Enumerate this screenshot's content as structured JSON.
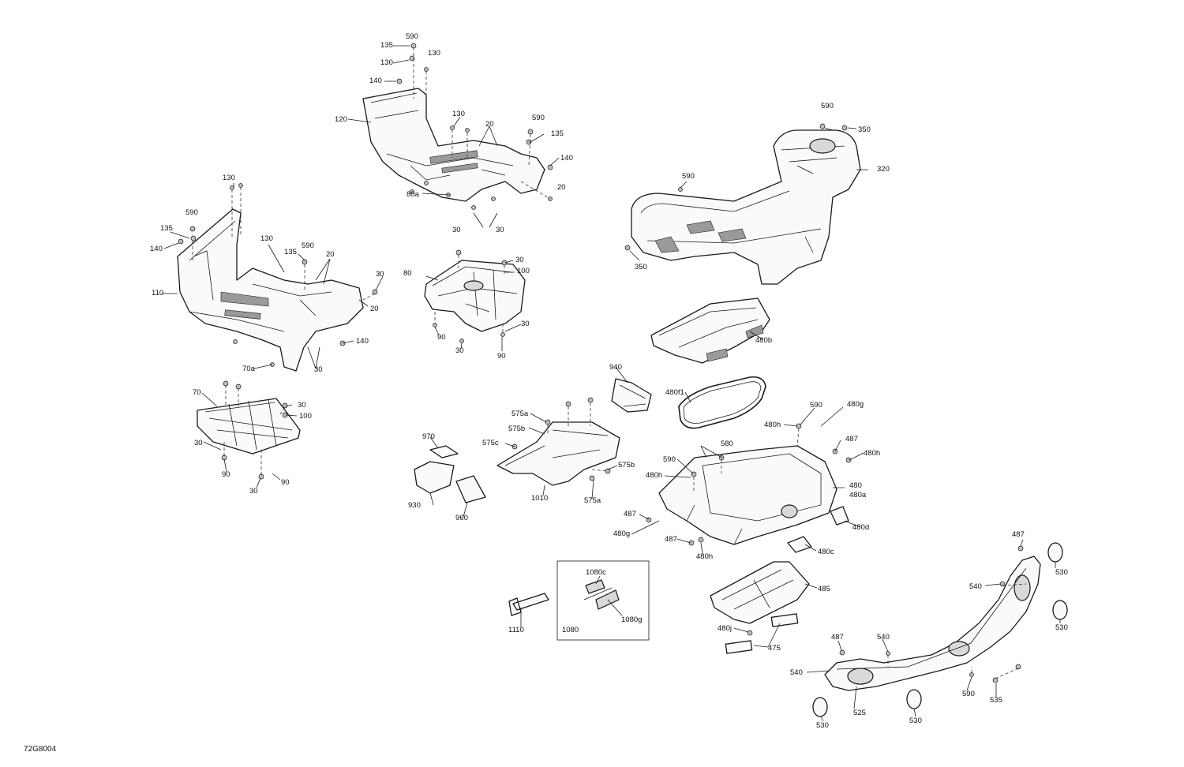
{
  "drawing_id": "72G8004",
  "callouts": [
    {
      "id": "c1",
      "text": "135"
    },
    {
      "id": "c2",
      "text": "590"
    },
    {
      "id": "c3",
      "text": "130"
    },
    {
      "id": "c4",
      "text": "130"
    },
    {
      "id": "c5",
      "text": "140"
    },
    {
      "id": "c6",
      "text": "120"
    },
    {
      "id": "c7",
      "text": "130"
    },
    {
      "id": "c8",
      "text": "20"
    },
    {
      "id": "c9",
      "text": "590"
    },
    {
      "id": "c10",
      "text": "135"
    },
    {
      "id": "c11",
      "text": "140"
    },
    {
      "id": "c12",
      "text": "80a"
    },
    {
      "id": "c13",
      "text": "30"
    },
    {
      "id": "c14",
      "text": "30"
    },
    {
      "id": "c15",
      "text": "20"
    },
    {
      "id": "c16",
      "text": "590"
    },
    {
      "id": "c17",
      "text": "350"
    },
    {
      "id": "c18",
      "text": "320"
    },
    {
      "id": "c19",
      "text": "590"
    },
    {
      "id": "c20",
      "text": "350"
    },
    {
      "id": "c21",
      "text": "130"
    },
    {
      "id": "c22",
      "text": "590"
    },
    {
      "id": "c23",
      "text": "135"
    },
    {
      "id": "c24",
      "text": "140"
    },
    {
      "id": "c25",
      "text": "130"
    },
    {
      "id": "c26",
      "text": "135"
    },
    {
      "id": "c27",
      "text": "590"
    },
    {
      "id": "c28",
      "text": "20"
    },
    {
      "id": "c29",
      "text": "30"
    },
    {
      "id": "c30",
      "text": "110"
    },
    {
      "id": "c31",
      "text": "20"
    },
    {
      "id": "c32",
      "text": "140"
    },
    {
      "id": "c33",
      "text": "70a"
    },
    {
      "id": "c34",
      "text": "30"
    },
    {
      "id": "c35",
      "text": "30"
    },
    {
      "id": "c36",
      "text": "80"
    },
    {
      "id": "c37",
      "text": "100"
    },
    {
      "id": "c38",
      "text": "30"
    },
    {
      "id": "c39",
      "text": "90"
    },
    {
      "id": "c40",
      "text": "30"
    },
    {
      "id": "c41",
      "text": "90"
    },
    {
      "id": "c42",
      "text": "480b"
    },
    {
      "id": "c43",
      "text": "940"
    },
    {
      "id": "c44",
      "text": "480f1"
    },
    {
      "id": "c45",
      "text": "70"
    },
    {
      "id": "c46",
      "text": "30"
    },
    {
      "id": "c47",
      "text": "100"
    },
    {
      "id": "c48",
      "text": "30"
    },
    {
      "id": "c49",
      "text": "90"
    },
    {
      "id": "c50",
      "text": "90"
    },
    {
      "id": "c51",
      "text": "30"
    },
    {
      "id": "c52",
      "text": "575a"
    },
    {
      "id": "c53",
      "text": "575b"
    },
    {
      "id": "c54",
      "text": "575c"
    },
    {
      "id": "c55",
      "text": "575b"
    },
    {
      "id": "c56",
      "text": "575a"
    },
    {
      "id": "c57",
      "text": "1010"
    },
    {
      "id": "c58",
      "text": "970"
    },
    {
      "id": "c59",
      "text": "930"
    },
    {
      "id": "c60",
      "text": "960"
    },
    {
      "id": "c61",
      "text": "590"
    },
    {
      "id": "c62",
      "text": "480g"
    },
    {
      "id": "c63",
      "text": "480h"
    },
    {
      "id": "c64",
      "text": "580"
    },
    {
      "id": "c65",
      "text": "487"
    },
    {
      "id": "c66",
      "text": "480h"
    },
    {
      "id": "c67",
      "text": "590"
    },
    {
      "id": "c68",
      "text": "480h"
    },
    {
      "id": "c69",
      "text": "480"
    },
    {
      "id": "c70",
      "text": "480a"
    },
    {
      "id": "c71",
      "text": "487"
    },
    {
      "id": "c72",
      "text": "480d"
    },
    {
      "id": "c73",
      "text": "480g"
    },
    {
      "id": "c74",
      "text": "487"
    },
    {
      "id": "c75",
      "text": "480c"
    },
    {
      "id": "c76",
      "text": "480h"
    },
    {
      "id": "c77",
      "text": "485"
    },
    {
      "id": "c78",
      "text": "480j"
    },
    {
      "id": "c79",
      "text": "475"
    },
    {
      "id": "c80",
      "text": "1080c"
    },
    {
      "id": "c81",
      "text": "1080g"
    },
    {
      "id": "c82",
      "text": "1080"
    },
    {
      "id": "c83",
      "text": "1110"
    },
    {
      "id": "c84",
      "text": "487"
    },
    {
      "id": "c85",
      "text": "540"
    },
    {
      "id": "c86",
      "text": "530"
    },
    {
      "id": "c87",
      "text": "530"
    },
    {
      "id": "c88",
      "text": "487"
    },
    {
      "id": "c89",
      "text": "540"
    },
    {
      "id": "c90",
      "text": "540"
    },
    {
      "id": "c91",
      "text": "590"
    },
    {
      "id": "c92",
      "text": "535"
    },
    {
      "id": "c93",
      "text": "530"
    },
    {
      "id": "c94",
      "text": "525"
    },
    {
      "id": "c95",
      "text": "530"
    }
  ]
}
